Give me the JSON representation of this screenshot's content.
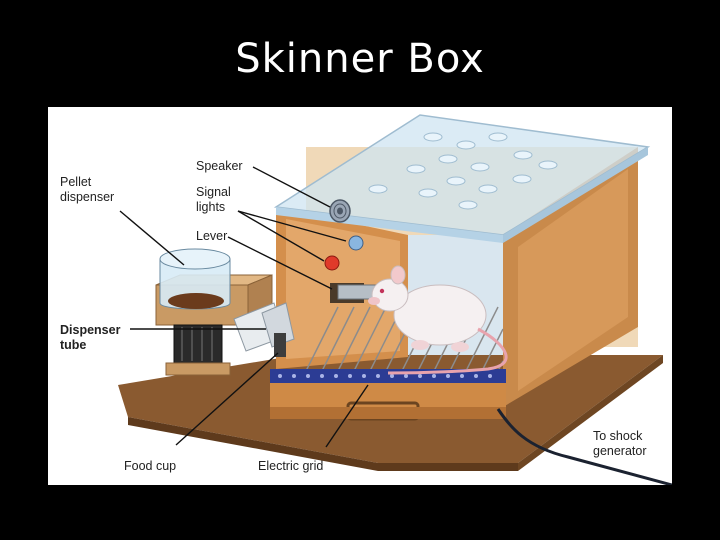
{
  "slide": {
    "title": "Skinner Box"
  },
  "diagram": {
    "labels": {
      "pellet_dispenser": "Pellet\ndispenser",
      "speaker": "Speaker",
      "signal_lights": "Signal\nlights",
      "lever": "Lever",
      "dispenser_tube": "Dispenser\ntube",
      "food_cup": "Food cup",
      "electric_grid": "Electric grid",
      "shock_generator": "To shock\ngenerator"
    }
  }
}
